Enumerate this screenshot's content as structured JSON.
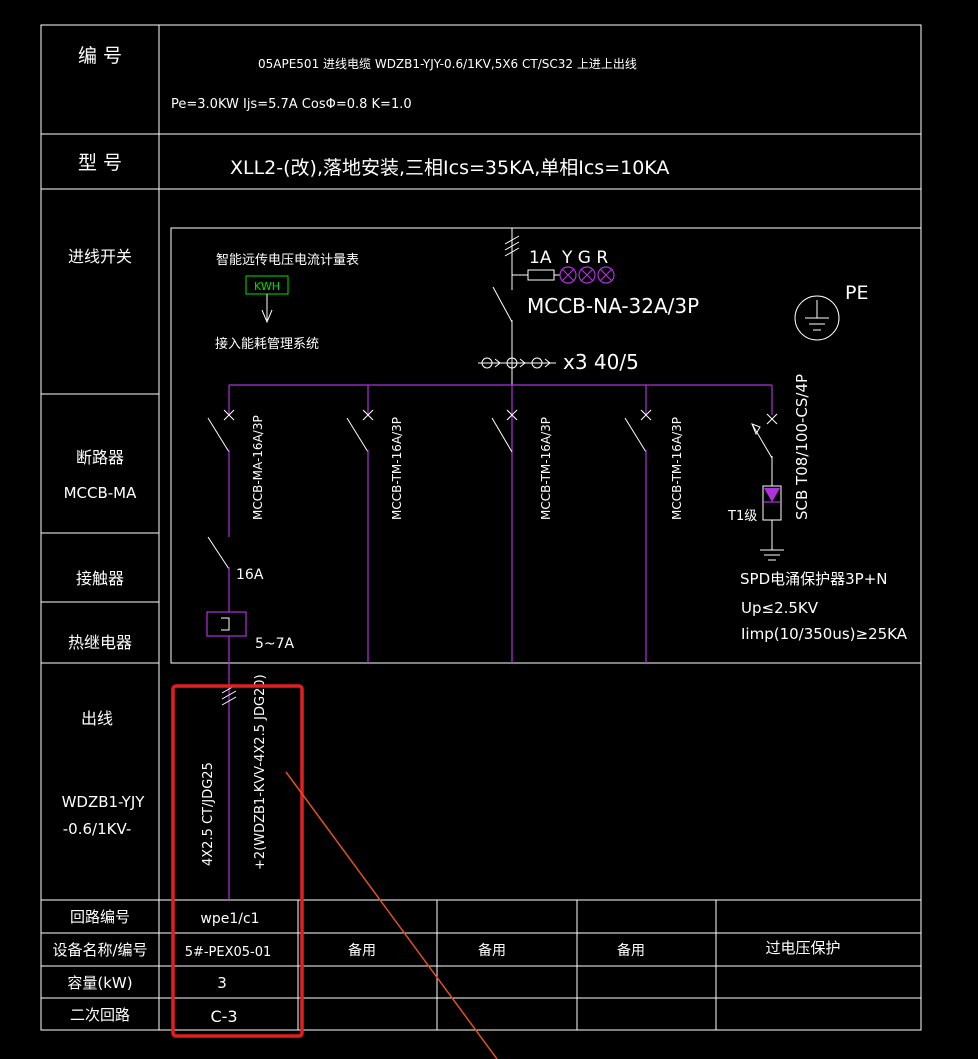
{
  "colors": {
    "background": "#000000",
    "lines": "#ffffff",
    "circuit": "#b030e0",
    "meter": "#00e000",
    "highlight_box": "#e02020",
    "arrow": "#e05020"
  },
  "labels": {
    "biaohao": "编 号",
    "xinghao": "型 号",
    "jinxian": "进线开关",
    "duanluqi": "断路器",
    "duanluqi_sub": "MCCB-MA",
    "jiechuqi": "接触器",
    "rejidianqi": "热继电器",
    "chuxian": "出线",
    "chuxian_sub1": "WDZB1-YJY",
    "chuxian_sub2": "-0.6/1KV-"
  },
  "header": {
    "line1": "05APE501  进线电缆  WDZB1-YJY-0.6/1KV,5X6  CT/SC32  上进上出线",
    "line2": "Pe=3.0KW  Ijs=5.7A  CosΦ=0.8  K=1.0",
    "model": "XLL2-(改),落地安装,三相Ics=35KA,单相Ics=10KA"
  },
  "diagram": {
    "meter_title": "智能远传电压电流计量表",
    "meter_box": "KWH",
    "meter_note": "接入能耗管理系统",
    "incoming_current": "1A",
    "phase_letters": "Y  G  R",
    "main_breaker": "MCCB-NA-32A/3P",
    "ct_label": "x3  40/5",
    "pe": "PE",
    "branch_labels": [
      "MCCB-MA-16A/3P",
      "MCCB-TM-16A/3P",
      "MCCB-TM-16A/3P",
      "MCCB-TM-16A/3P"
    ],
    "spd_breaker": "SCB T08/100-CS/4P",
    "spd_class": "T1级",
    "spd_title": "SPD电涌保护器3P+N",
    "spd_up": "Up≤2.5KV",
    "spd_imp": "Iimp(10/350us)≥25KA",
    "contactor_rating": "16A",
    "relay_rating": "5~7A",
    "cable_1": "4X2.5  CT/JDG25",
    "cable_2": "+2(WDZB1-KVV-4X2.5  JDG20)"
  },
  "table": {
    "row_labels": [
      "回路编号",
      "设备名称/编号",
      "容量(kW)",
      "二次回路"
    ],
    "col1": [
      "wpe1/c1",
      "5#-PEX05-01",
      "3",
      "C-3"
    ],
    "col2_name": "备用",
    "col3_name": "备用",
    "col4_name": "备用",
    "col5_name": "过电压保护"
  }
}
